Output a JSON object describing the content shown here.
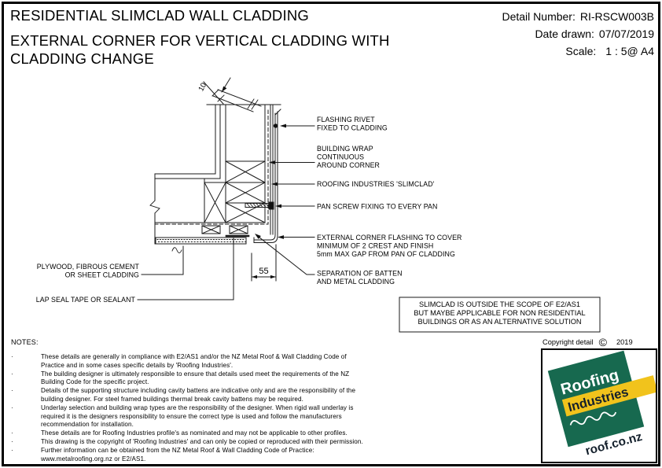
{
  "header": {
    "title": "RESIDENTIAL SLIMCLAD WALL CLADDING",
    "subtitle": "EXTERNAL CORNER FOR VERTICAL CLADDING WITH CLADDING CHANGE",
    "detail_number_label": "Detail Number:",
    "detail_number": "RI-RSCW003B",
    "date_label": "Date drawn:",
    "date": "07/07/2019",
    "scale_label": "Scale:",
    "scale": "1 : 5@ A4"
  },
  "drawing": {
    "dim_top": "10",
    "dim_bottom": "55",
    "callouts_right": [
      {
        "lines": [
          "FLASHING RIVET",
          "FIXED TO CLADDING"
        ]
      },
      {
        "lines": [
          "BUILDING WRAP",
          "CONTINUOUS",
          "AROUND CORNER"
        ]
      },
      {
        "lines": [
          "ROOFING INDUSTRIES 'SLIMCLAD'"
        ]
      },
      {
        "lines": [
          "PAN SCREW FIXING TO EVERY PAN"
        ]
      },
      {
        "lines": [
          "EXTERNAL CORNER FLASHING TO COVER",
          "MINIMUM OF 2 CREST AND FINISH",
          "5mm MAX GAP FROM PAN OF CLADDING"
        ]
      },
      {
        "lines": [
          "SEPARATION OF BATTEN",
          "AND METAL CLADDING"
        ]
      }
    ],
    "callouts_left": [
      {
        "lines": [
          "PLYWOOD, FIBROUS CEMENT",
          "OR SHEET CLADDING"
        ]
      },
      {
        "lines": [
          "LAP SEAL TAPE OR SEALANT"
        ]
      }
    ],
    "note_box": [
      "SLIMCLAD IS OUTSIDE THE SCOPE OF E2/AS1",
      "BUT MAYBE APPLICABLE FOR NON RESIDENTIAL",
      "BUILDINGS OR AS AN ALTERNATIVE SOLUTION"
    ]
  },
  "notes": {
    "heading": "NOTES:",
    "items": [
      "These details are generally in compliance with E2/AS1 and/or the NZ Metal Roof & Wall Cladding Code of Practice and in some cases specific details by 'Roofing Industries'.",
      "The building designer is ultimately responsible to ensure that details used meet the requirements of the NZ Building Code for the specific project.",
      "Details of the supporting structure including cavity battens are indicative only and are the responsibility of the building designer.  For steel framed buildings thermal break cavity battens may be required.",
      "Underlay selection and building wrap types are the responsibility of the designer.  When rigid wall underlay is required it is the designers responsibility to ensure the correct type is used and follow the manufacturers recommendation for installation.",
      "These details are for Roofing Industries profile's as nominated and may not be applicable to other profiles.",
      "This drawing is the copyright of 'Roofing Industries' and can only be copied or reproduced with their permission.",
      "Further information can be obtained from the NZ Metal Roof & Wall Cladding Code of Practice: www.metalroofing.org.nz or E2/AS1."
    ]
  },
  "footer": {
    "copyright_text": "Copyright detail",
    "copyright_symbol": "©",
    "year": "2019"
  },
  "logo": {
    "line1": "Roofing",
    "line2": "Industries",
    "line3": "roof.co.nz",
    "green": "#17694f",
    "yellow": "#f1c31c"
  }
}
